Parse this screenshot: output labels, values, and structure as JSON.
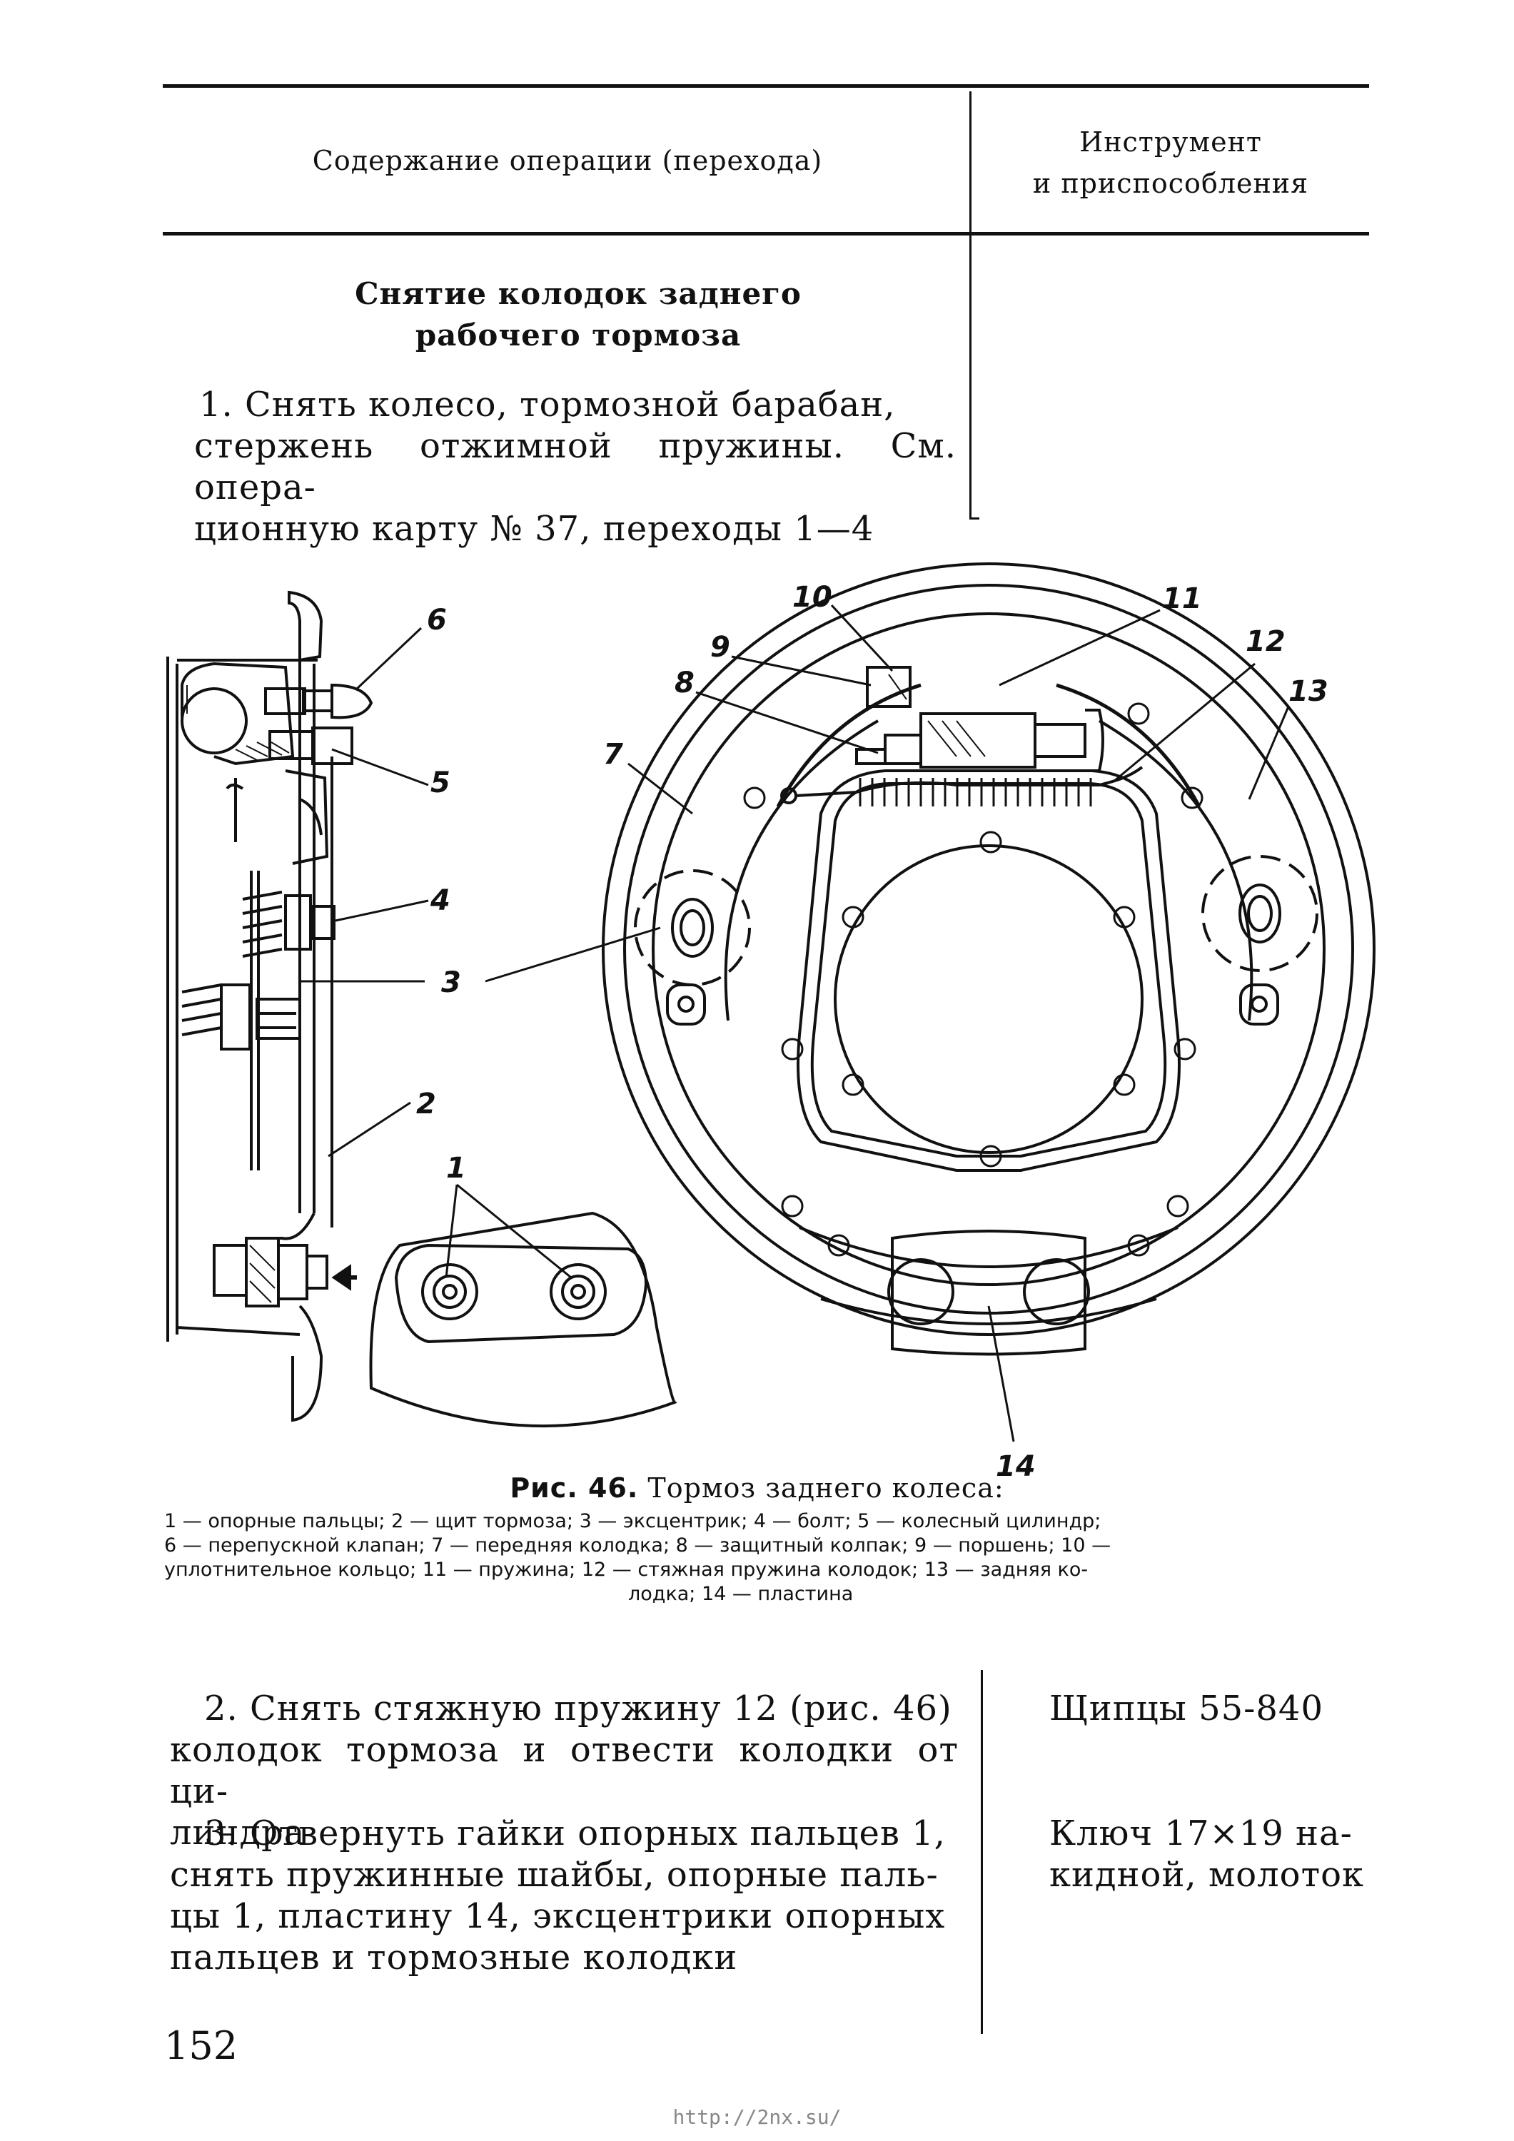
{
  "table_header": {
    "col_operation": "Содержание операции (перехода)",
    "col_tools_line1": "Инструмент",
    "col_tools_line2": "и приспособления"
  },
  "section": {
    "title_line1": "Снятие колодок заднего",
    "title_line2": "рабочего тормоза"
  },
  "steps": [
    {
      "lines": [
        "1. Снять колесо, тормозной барабан,",
        "стержень отжимной пружины. См. опера-",
        "ционную карту № 37, переходы 1—4"
      ],
      "tool_lines": []
    },
    {
      "lines": [
        "2. Снять стяжную пружину 12 (рис. 46)",
        "колодок тормоза и отвести колодки от ци-",
        "линдра"
      ],
      "tool_lines": [
        "Щипцы 55-840"
      ]
    },
    {
      "lines": [
        "3. Отвернуть гайки опорных пальцев 1,",
        "снять пружинные шайбы, опорные паль-",
        "цы 1, пластину 14, эксцентрики опорных",
        "пальцев и тормозные колодки"
      ],
      "tool_lines": [
        "Ключ 17×19 на-",
        "кидной, молоток"
      ]
    }
  ],
  "figure": {
    "caption_label": "Рис. 46.",
    "caption_text": "Тормоз заднего колеса:",
    "legend_lines": [
      "1 — опорные пальцы; 2 — щит тормоза; 3 — эксцентрик; 4 — болт; 5 — колесный цилиндр;",
      "6 — перепускной клапан; 7 — передняя колодка; 8 — защитный колпак; 9 — поршень; 10 —",
      "уплотнительное кольцо; 11 — пружина; 12 — стяжная пружина колодок; 13 — задняя ко-",
      "лодка; 14 — пластина"
    ],
    "callouts": {
      "c1": "1",
      "c2": "2",
      "c3": "3",
      "c4": "4",
      "c5": "5",
      "c6": "6",
      "c7": "7",
      "c8": "8",
      "c9": "9",
      "c10": "10",
      "c11": "11",
      "c12": "12",
      "c13": "13",
      "c14": "14"
    }
  },
  "page_number": "152",
  "footer_url": "http://2nx.su/"
}
